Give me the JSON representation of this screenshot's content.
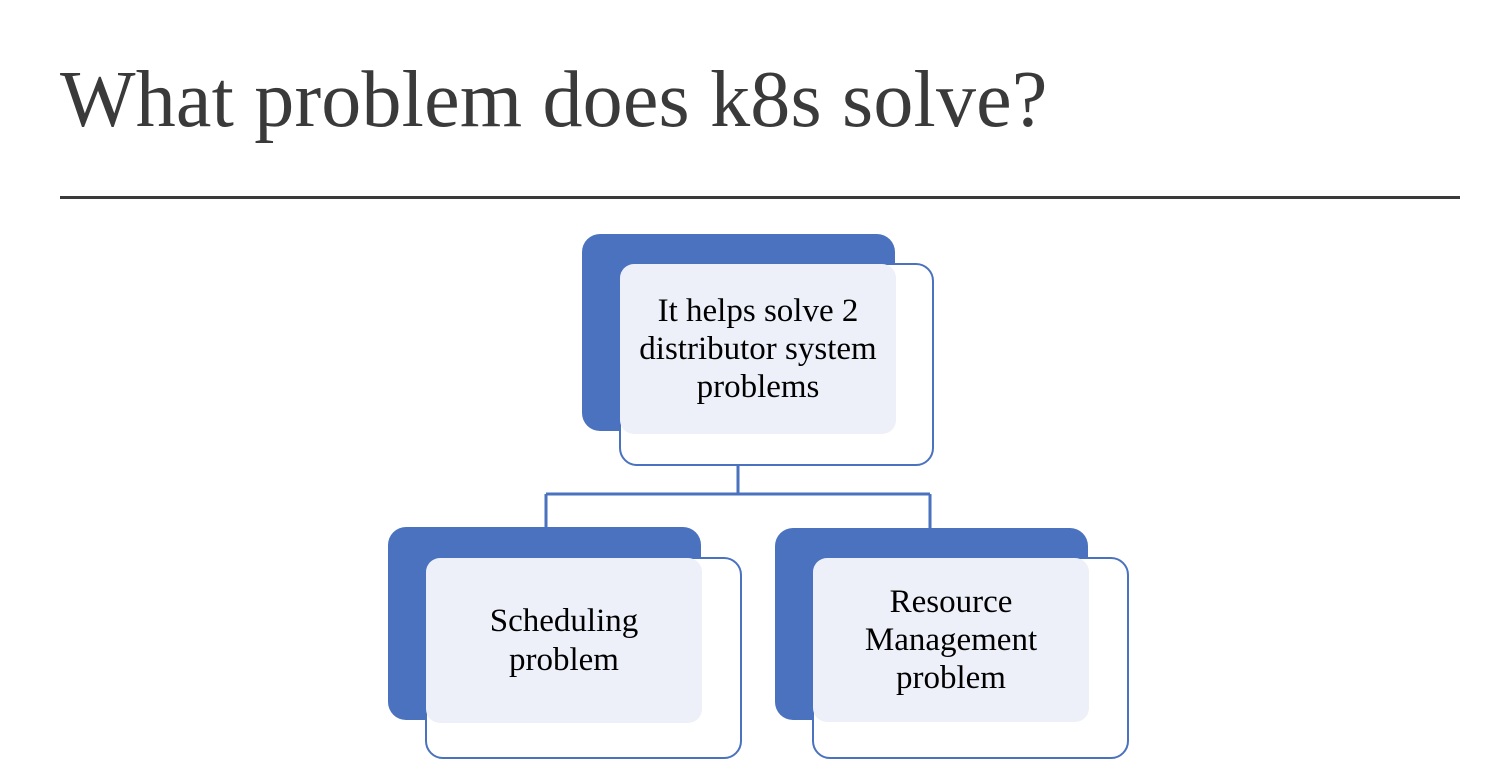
{
  "slide": {
    "title": "What problem does k8s solve?",
    "accent_color": "#4a72be",
    "panel_color": "#edf0f9",
    "title_color": "#3a3a3a",
    "background_color": "#ffffff"
  },
  "diagram": {
    "type": "hierarchy",
    "root": {
      "id": "root",
      "text": "It helps solve 2 distributor system problems"
    },
    "children": [
      {
        "id": "scheduling",
        "text": "Scheduling problem"
      },
      {
        "id": "resource",
        "text": "Resource Management problem"
      }
    ]
  }
}
